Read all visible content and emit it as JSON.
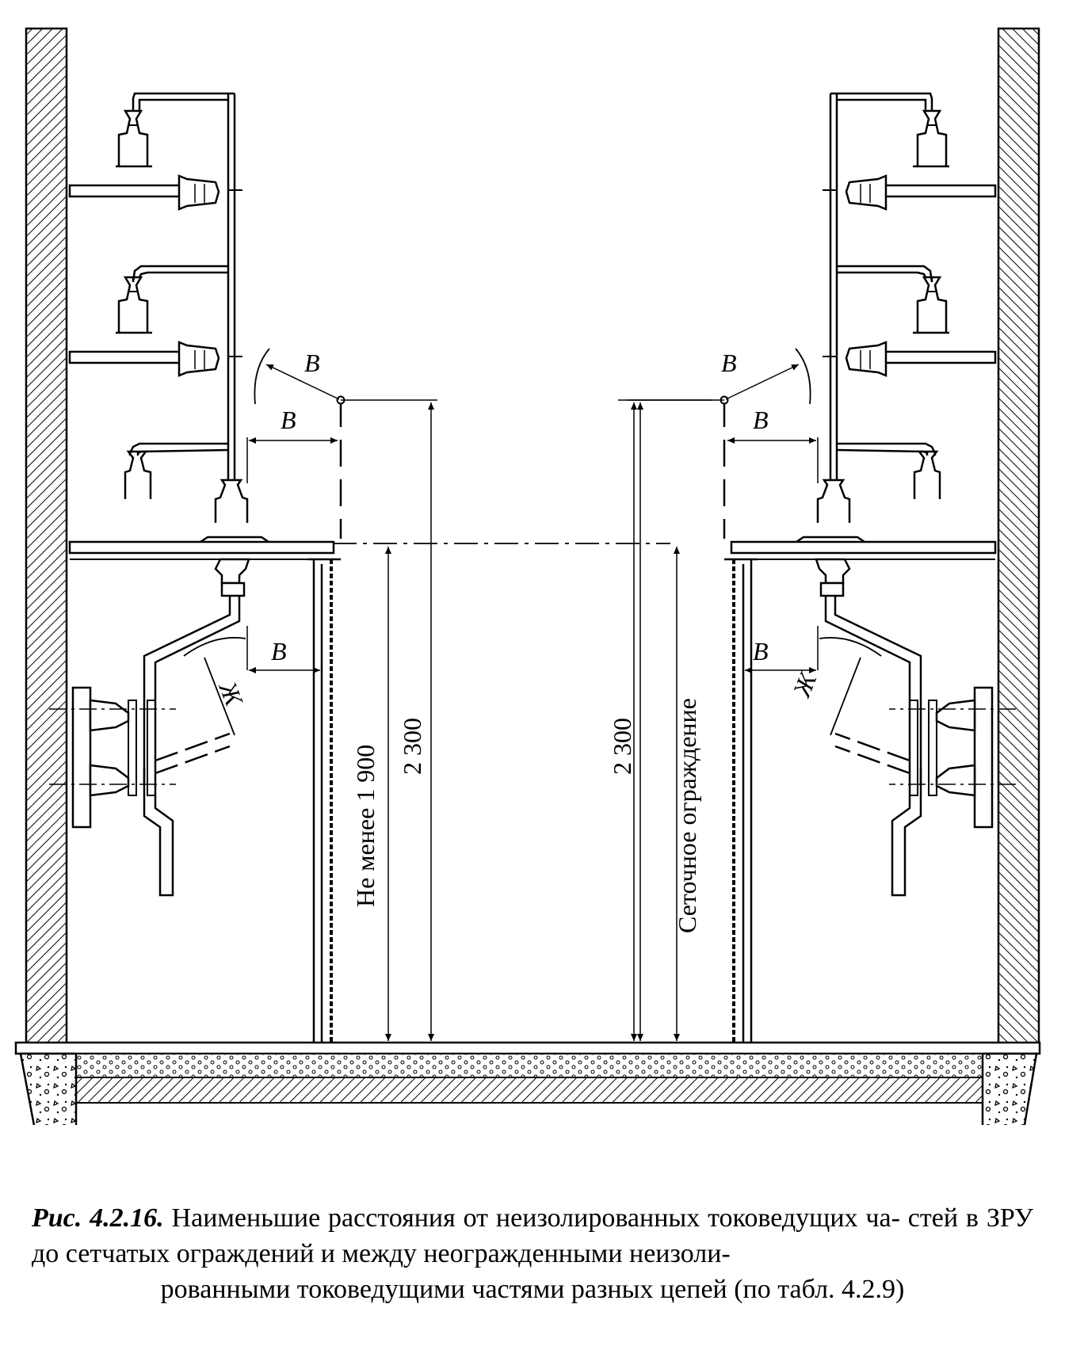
{
  "diagram": {
    "labels": {
      "v": "В",
      "zh": "Ж",
      "dim_min": "Не менее 1 900",
      "dim_2300": "2 300",
      "fence": "Сеточное ограждение"
    }
  },
  "caption": {
    "label": "Рис. 4.2.16.",
    "line1": "Наименьшие расстояния от неизолированных токоведущих ча-",
    "line2": "стей в ЗРУ до сетчатых ограждений и между неогражденными неизоли-",
    "line3": "рованными токоведущими частями разных цепей (по табл. 4.2.9)"
  }
}
